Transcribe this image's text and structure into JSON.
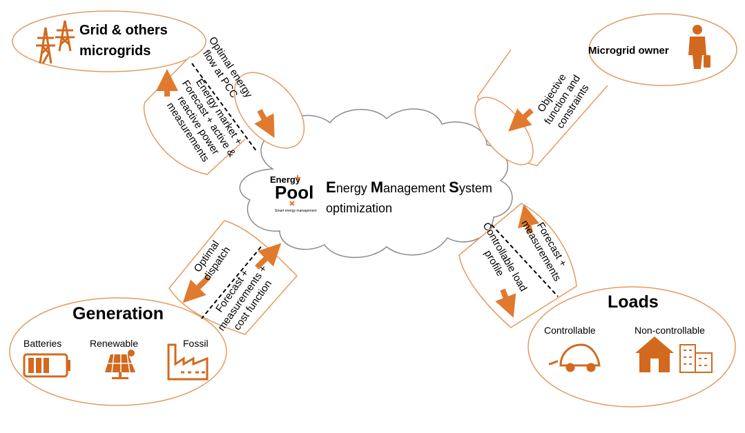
{
  "colors": {
    "accent": "#E07A2E",
    "icon": "#D2691E",
    "stroke": "#E39A5E",
    "cloud": "#8A8A8A",
    "text": "#000000"
  },
  "nodes": {
    "grid": {
      "title_line1": "Grid & others",
      "title_line2": "microgrids",
      "icon": "power-tower-icon"
    },
    "owner": {
      "title": "Microgrid owner",
      "icon": "businessman-icon"
    },
    "generation": {
      "title": "Generation",
      "items": [
        {
          "label": "Batteries",
          "icon": "battery-icon"
        },
        {
          "label": "Renewable",
          "icon": "solar-panel-icon"
        },
        {
          "label": "Fossil",
          "icon": "factory-icon"
        }
      ]
    },
    "loads": {
      "title": "Loads",
      "items": [
        {
          "label": "Controllable",
          "icon": "electric-car-icon"
        },
        {
          "label": "Non-controllable",
          "icon": "house-buildings-icon"
        }
      ]
    }
  },
  "ems": {
    "logo_top": "Energy",
    "logo_main": "Pool",
    "logo_sub": "Smart energy management",
    "title": {
      "w1_cap": "E",
      "w1_rest": "nergy ",
      "w2_cap": "M",
      "w2_rest": "anagement ",
      "w3_cap": "S",
      "w3_rest": "ystem"
    },
    "subtitle": "optimization"
  },
  "links": {
    "grid": {
      "out_lines": [
        "Optimal energy",
        "flow at PCC"
      ],
      "in_lines": [
        "Energy market +",
        "Forecast + active &",
        "reactive power",
        "measurements"
      ]
    },
    "owner": {
      "lines": [
        "Objective",
        "function and",
        "constraints"
      ]
    },
    "generation": {
      "out_lines": [
        "Optimal",
        "dispatch"
      ],
      "in_lines": [
        "Forecast +",
        "measurements +",
        "cost function"
      ]
    },
    "loads": {
      "in_lines": [
        "Forecast +",
        "measurements"
      ],
      "out_lines": [
        "Controllable load",
        "profile"
      ]
    }
  }
}
